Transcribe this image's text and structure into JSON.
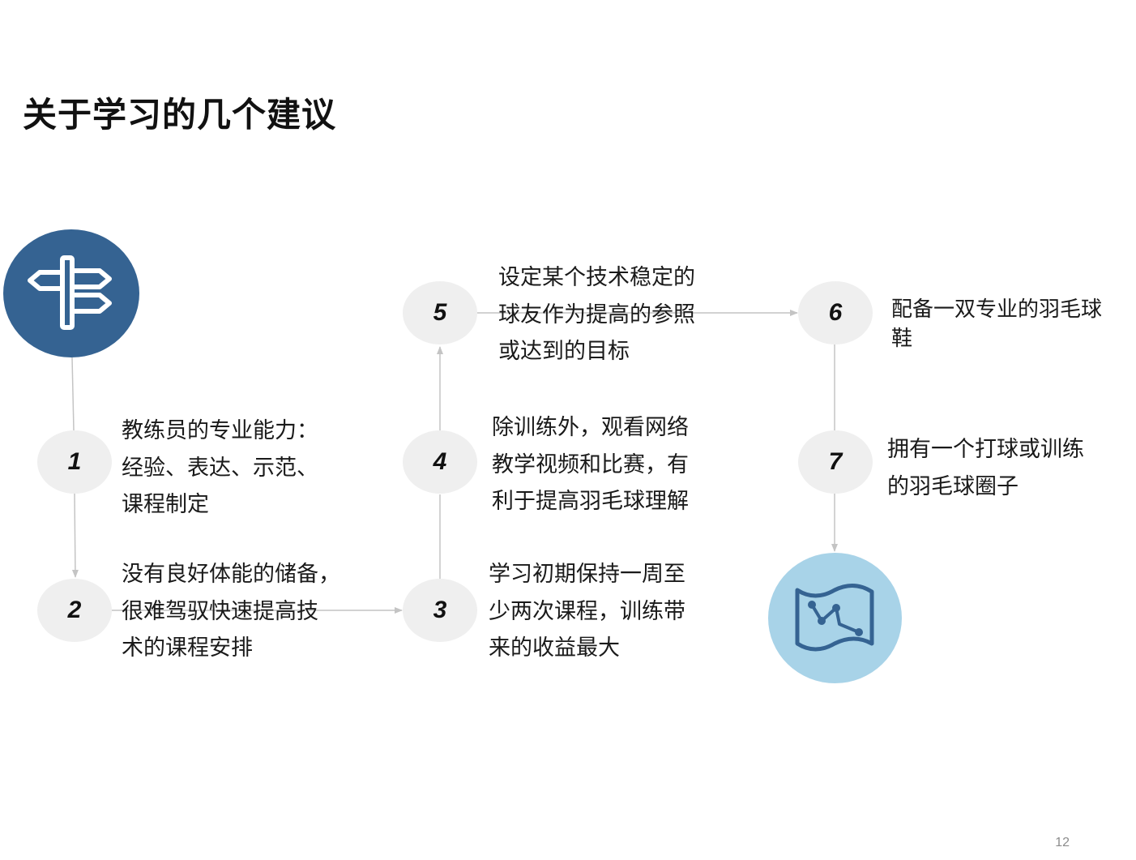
{
  "title": "关于学习的几个建议",
  "steps": [
    {
      "num": "1",
      "lines": [
        "教练员的专业能力：",
        "经验、表达、示范、",
        "课程制定"
      ]
    },
    {
      "num": "2",
      "lines": [
        "没有良好体能的储备，",
        "很难驾驭快速提高技",
        "术的课程安排"
      ]
    },
    {
      "num": "3",
      "lines": [
        "学习初期保持一周至",
        "少两次课程，训练带",
        "来的收益最大"
      ]
    },
    {
      "num": "4",
      "lines": [
        "除训练外，观看网络",
        "教学视频和比赛，有",
        "利于提高羽毛球理解"
      ]
    },
    {
      "num": "5",
      "lines": [
        "设定某个技术稳定的",
        "球友作为提高的参照",
        "或达到的目标"
      ]
    },
    {
      "num": "6",
      "lines": [
        "配备一双专业的羽毛球",
        "鞋"
      ]
    },
    {
      "num": "7",
      "lines": [
        "拥有一个打球或训练",
        "的羽毛球圈子"
      ]
    }
  ],
  "icons": {
    "start": "signpost-icon",
    "end": "map-route-icon"
  },
  "colors": {
    "start_circle": "#356392",
    "end_circle": "#a8d3e8",
    "step_circle": "#efefef",
    "connector": "#c4c4c4"
  },
  "page_number": "12"
}
